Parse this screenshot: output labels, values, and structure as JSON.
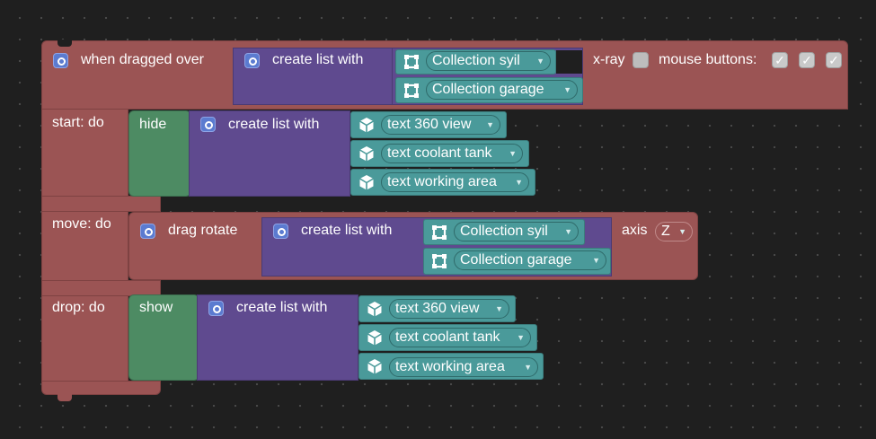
{
  "event_block": {
    "label": "when dragged over",
    "xray_label": "x-ray",
    "xray_checked": false,
    "mouse_buttons_label": "mouse buttons:",
    "mouse_buttons_checked": [
      true,
      true,
      true
    ],
    "over_list": {
      "label": "create list with",
      "items": [
        "Collection syil",
        "Collection garage"
      ]
    },
    "start_label": "start: do",
    "move_label": "move: do",
    "drop_label": "drop: do"
  },
  "start_block": {
    "action": "hide",
    "list_label": "create list with",
    "items": [
      "text 360 view",
      "text coolant tank",
      "text working area"
    ]
  },
  "move_block": {
    "action": "drag rotate",
    "list_label": "create list with",
    "items": [
      "Collection syil",
      "Collection garage"
    ],
    "axis_label": "axis",
    "axis_value": "Z"
  },
  "drop_block": {
    "action": "show",
    "list_label": "create list with",
    "items": [
      "text 360 view",
      "text coolant tank",
      "text working area"
    ]
  },
  "colors": {
    "event": "#9b5454",
    "action": "#4d8b63",
    "list": "#5f4a8f",
    "value": "#4a9a9a",
    "background": "#1f1f1f"
  },
  "icons": {
    "gear": "gear-icon",
    "collection": "collection-icon",
    "text": "cube-icon",
    "dropdown": "triangle-down"
  }
}
